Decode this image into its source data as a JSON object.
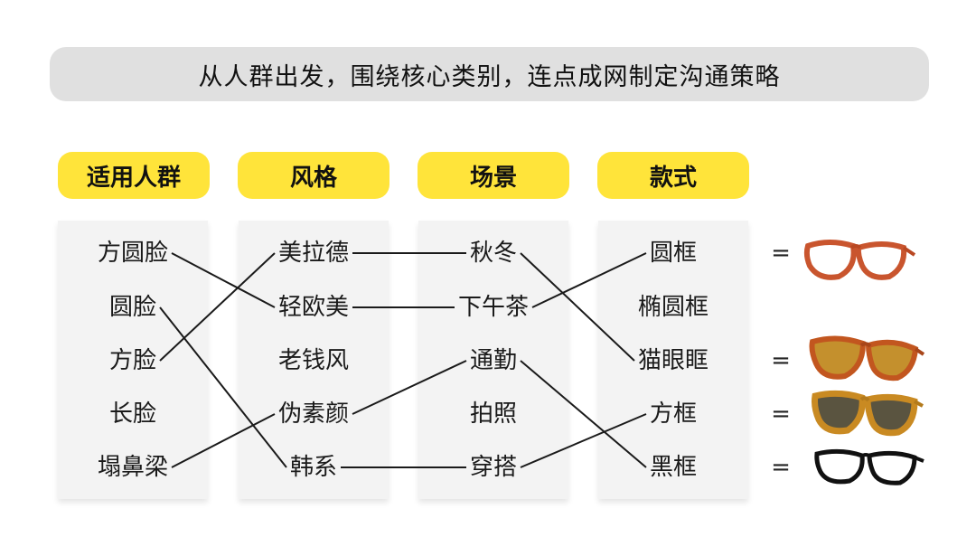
{
  "banner": {
    "title": "从人群出发，围绕核心类别，连点成网制定沟通策略"
  },
  "headers": [
    "适用人群",
    "风格",
    "场景",
    "款式"
  ],
  "columns": {
    "crowd": [
      "方圆脸",
      "圆脸",
      "方脸",
      "长脸",
      "塌鼻梁"
    ],
    "style": [
      "美拉德",
      "轻欧美",
      "老钱风",
      "伪素颜",
      "韩系"
    ],
    "scene": [
      "秋冬",
      "下午茶",
      "通勤",
      "拍照",
      "穿搭"
    ],
    "frame": [
      "圆框",
      "椭圆框",
      "猫眼眶",
      "方框",
      "黑框"
    ]
  },
  "connections": [
    [
      "crowd.0",
      "style.1"
    ],
    [
      "crowd.1",
      "style.4"
    ],
    [
      "crowd.2",
      "style.0"
    ],
    [
      "crowd.4",
      "style.3"
    ],
    [
      "style.0",
      "scene.0"
    ],
    [
      "style.1",
      "scene.1"
    ],
    [
      "style.3",
      "scene.2"
    ],
    [
      "style.4",
      "scene.4"
    ],
    [
      "scene.0",
      "frame.2"
    ],
    [
      "scene.1",
      "frame.0"
    ],
    [
      "scene.2",
      "frame.4"
    ],
    [
      "scene.4",
      "frame.3"
    ]
  ],
  "equals_symbol": "=",
  "eyewear": [
    {
      "frame": "圆框",
      "icon": "round-glasses-tortoise",
      "rim": "#c9552e",
      "lens": "none"
    },
    {
      "frame": "猫眼眶",
      "icon": "cateye-sunglasses-tortoise",
      "rim": "#c2561f",
      "lens": "#c4902d"
    },
    {
      "frame": "方框",
      "icon": "square-sunglasses-amber",
      "rim": "#c98a22",
      "lens": "#5a5440"
    },
    {
      "frame": "黑框",
      "icon": "black-frame-glasses",
      "rim": "#111111",
      "lens": "none"
    }
  ]
}
